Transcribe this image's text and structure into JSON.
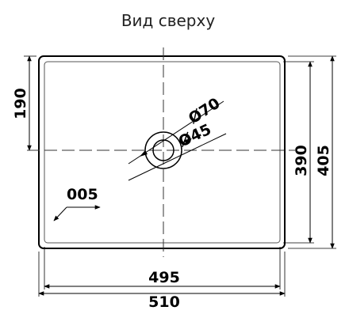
{
  "view_title": "Вид сверху",
  "dimensions": {
    "outer_width": "510",
    "inner_width": "495",
    "outer_depth": "405",
    "inner_depth": "390",
    "drain_offset": "190",
    "drain_outer_diameter": "Ø70",
    "drain_inner_diameter": "Ø45",
    "wall_offset": "005"
  }
}
